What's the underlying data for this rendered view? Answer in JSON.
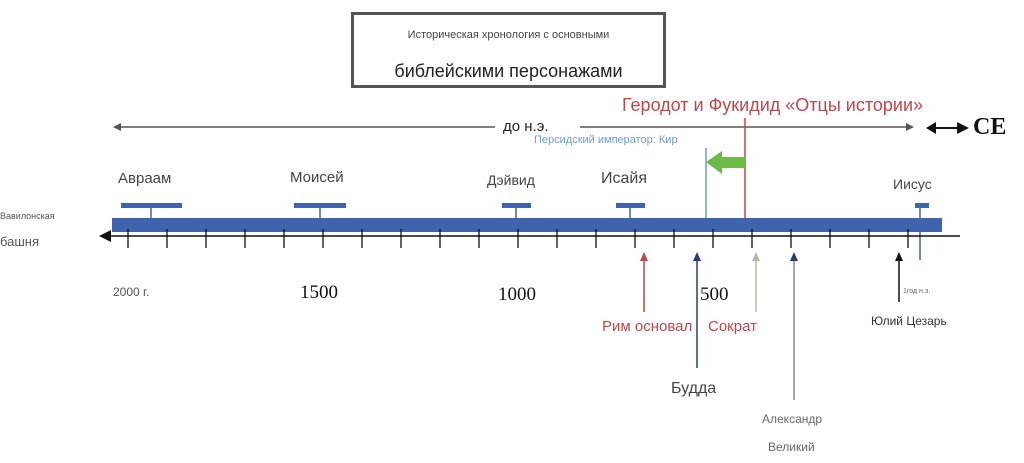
{
  "title": {
    "line1": "Историческая хронология с основными",
    "line2": "библейскими персонажами"
  },
  "era": {
    "bce_label": "до н.э.",
    "ce_label": "CE",
    "greek_historians": "Геродот и Фукидид «Отцы истории»",
    "cyrus": "Персидский император: Кир"
  },
  "left_label": {
    "line1": "Вавилонская",
    "line2": "башня"
  },
  "figures_above": [
    {
      "name": "Авраам"
    },
    {
      "name": "Моисей"
    },
    {
      "name": "Дэйвид"
    },
    {
      "name": "Исайя"
    },
    {
      "name": "Иисус"
    }
  ],
  "axis_labels": [
    "2000 г.",
    "1500",
    "1000",
    "500",
    "1год н.э."
  ],
  "events_below": {
    "rome": "Рим основал",
    "socrates": "Сократ",
    "buddha": "Будда",
    "alexander_line1": "Александр",
    "alexander_line2": "Великий",
    "caesar": "Юлий Цезарь"
  },
  "colors": {
    "bar": "#3f63ad",
    "red_accent": "#c0464a",
    "cyrus_blue": "#6f9ccc",
    "green_arrow": "#6dbb45",
    "navy_arrow": "#2a3a7a",
    "gray_arrow": "#8a8a8a"
  }
}
